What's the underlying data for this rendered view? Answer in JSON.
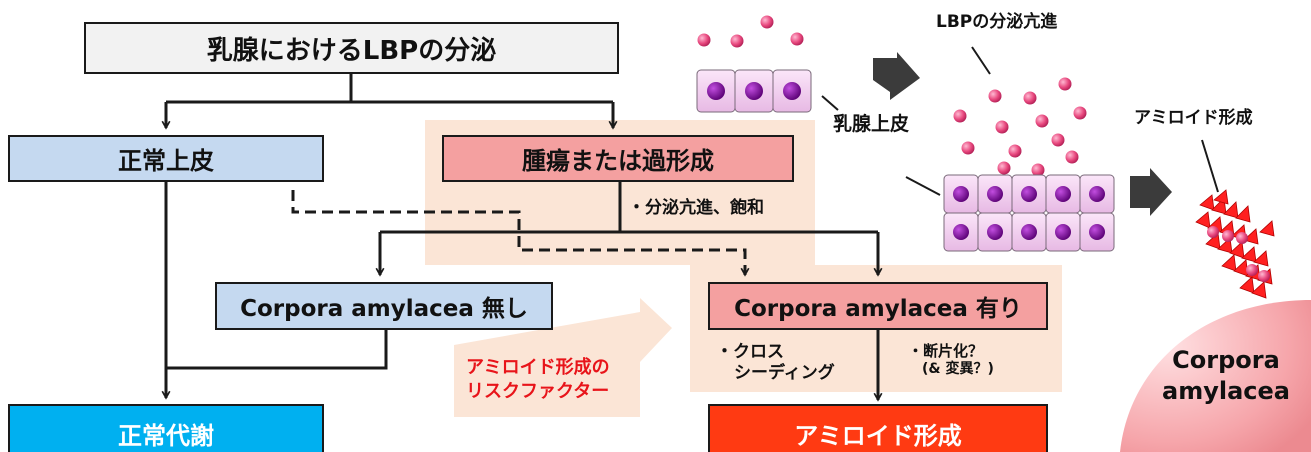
{
  "flow": {
    "top": "乳腺におけるLBPの分泌",
    "normal_epithelium": "正常上皮",
    "tumor": "腫瘍または過形成",
    "tumor_note": "・分泌亢進、飽和",
    "ca_none": "Corpora amylacea 無し",
    "ca_present": "Corpora amylacea 有り",
    "normal_metabolism": "正常代謝",
    "amyloid_formation": "アミロイド形成",
    "cross_seeding_line1": "・クロス",
    "cross_seeding_line2": "シーディング",
    "fragmentation_line1": "・断片化？",
    "fragmentation_line2": "(& 変異？)",
    "risk_factor_line1": "アミロイド形成の",
    "risk_factor_line2": "リスクファクター"
  },
  "illustration": {
    "lbp_secretion": "LBPの分泌亢進",
    "mammary_epithelium": "乳腺上皮",
    "amyloid_formation": "アミロイド形成",
    "corpora_line1": "Corpora",
    "corpora_line2": "amylacea"
  },
  "colors": {
    "gray_box": "#f2f2f2",
    "blue_box": "#c5d9f0",
    "pink_box": "#f4a0a0",
    "cyan_box": "#00b0f0",
    "red_box": "#ff3a12",
    "peach_bg": "#fbe5d6",
    "cell_fill": "#f3d3f0",
    "nucleus": "#7a009a",
    "particle": "#e8487e",
    "amyloid": "#ff2020",
    "risk_text": "#e8141a"
  }
}
